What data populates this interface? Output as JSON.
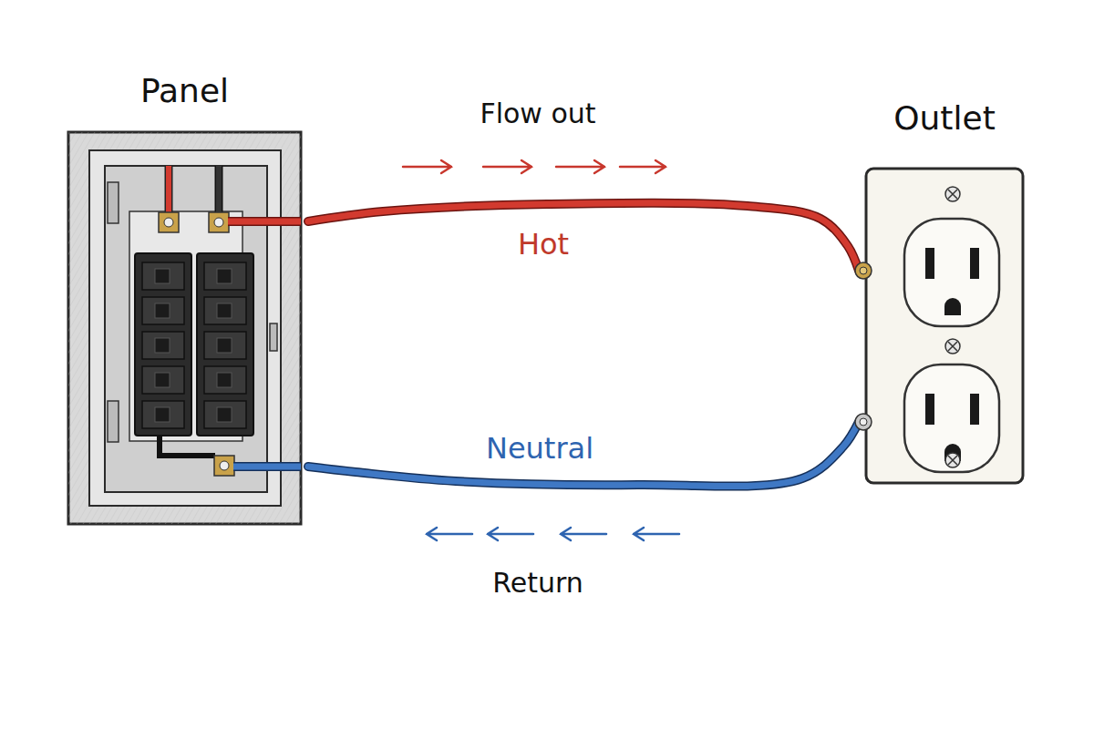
{
  "diagram": {
    "nodes": [
      {
        "text": [
          "Panel"
        ]
      },
      {
        "text": [
          "Outlet"
        ]
      }
    ],
    "edges": [
      {
        "from": 0,
        "to": 1,
        "arrow": "none",
        "label": "Hot"
      },
      {
        "from": 1,
        "to": 0,
        "arrow": "none",
        "label": "Neutral"
      }
    ],
    "labels": [
      "Flow out",
      "Return"
    ]
  }
}
